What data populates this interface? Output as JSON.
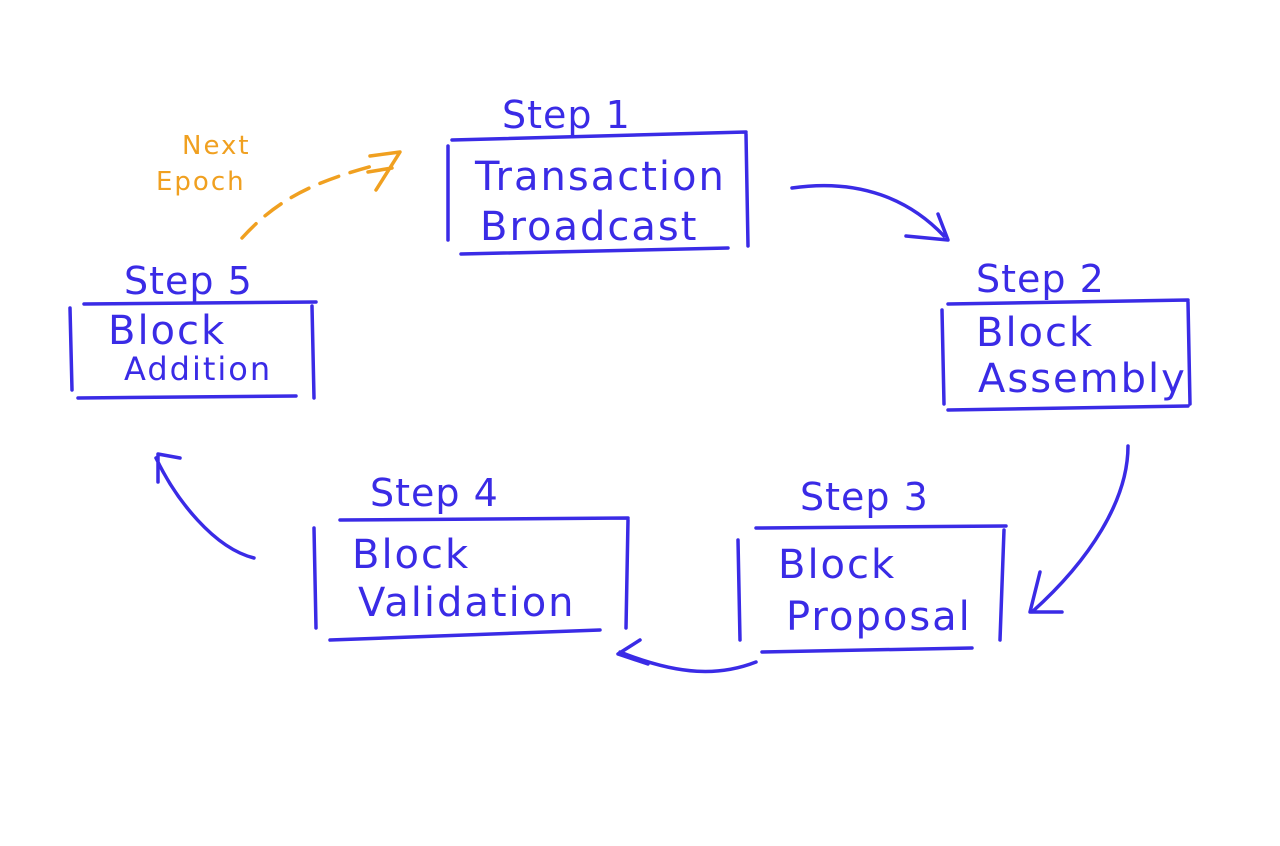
{
  "colors": {
    "ink": "#3a2be6",
    "accent": "#f0a020",
    "background": "#ffffff"
  },
  "steps": [
    {
      "title": "Step 1",
      "line1": "Transaction",
      "line2": "Broadcast"
    },
    {
      "title": "Step 2",
      "line1": "Block",
      "line2": "Assembly"
    },
    {
      "title": "Step 3",
      "line1": "Block",
      "line2": "Proposal"
    },
    {
      "title": "Step 4",
      "line1": "Block",
      "line2": "Validation"
    },
    {
      "title": "Step 5",
      "line1": "Block",
      "line2": "Addition"
    }
  ],
  "loop_label": {
    "line1": "Next",
    "line2": "Epoch"
  }
}
